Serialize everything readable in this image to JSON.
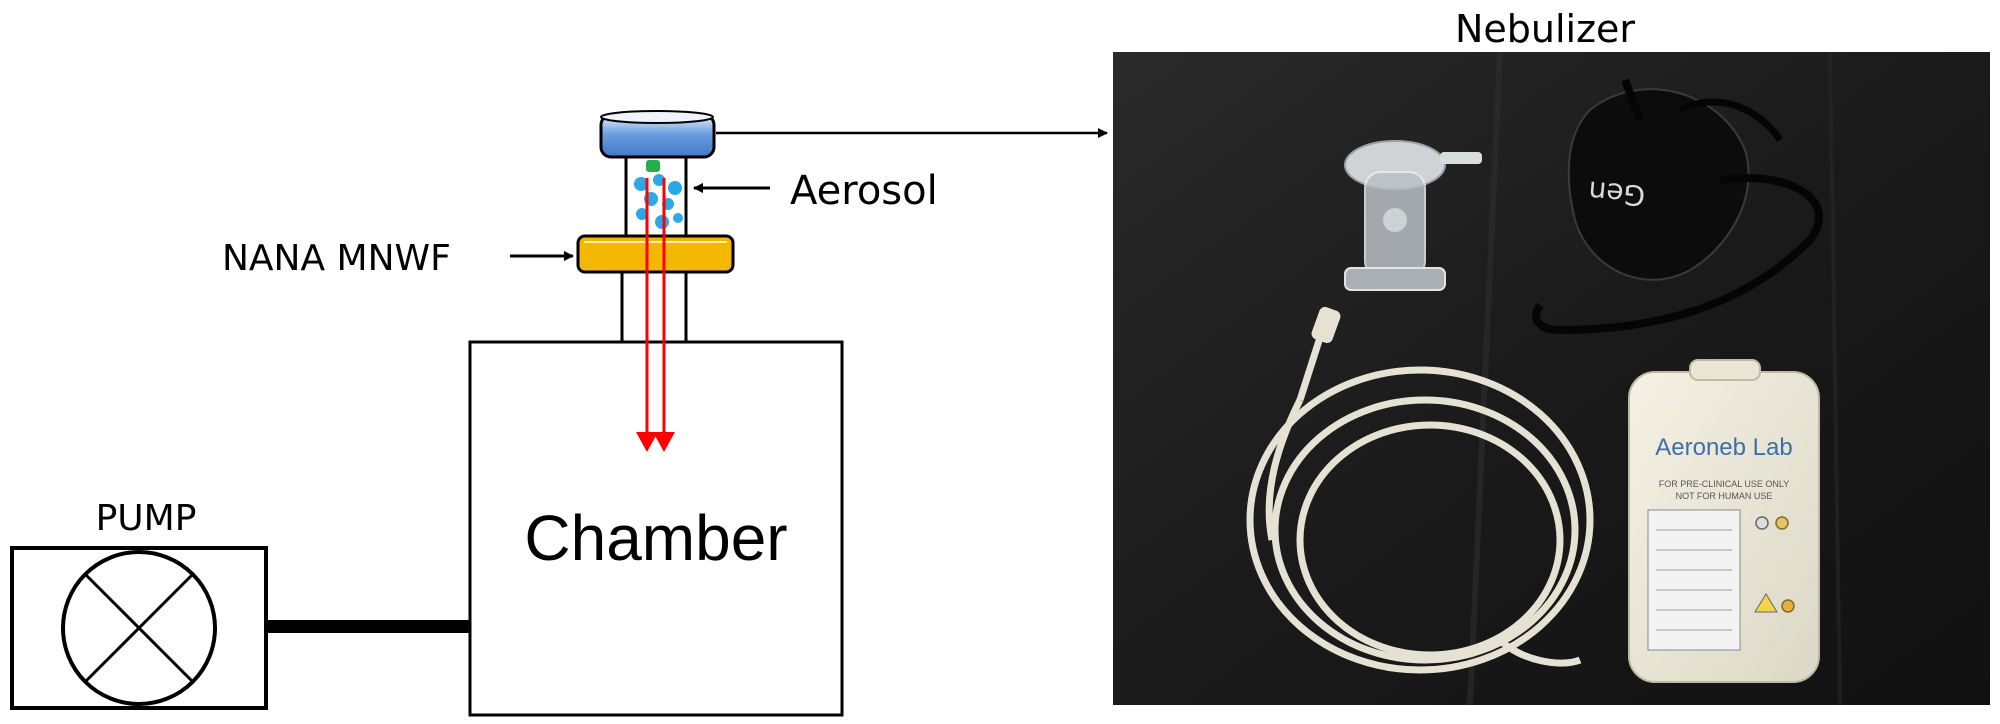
{
  "diagram": {
    "labels": {
      "aerosol": "Aerosol",
      "filter": "NANA MNWF",
      "pump": "PUMP",
      "chamber": "Chamber",
      "nebulizer": "Nebulizer"
    },
    "photo": {
      "device_brand": "Aeroneb Lab",
      "device_notice_line1": "FOR PRE-CLINICAL USE ONLY",
      "device_notice_line2": "NOT FOR HUMAN USE",
      "adapter_text": "Gen"
    },
    "colors": {
      "filter_fill": "#f5b800",
      "reservoir_fill": "#6a9fe0",
      "aerosol_particles": "#2aa8e8",
      "aerosol_green": "#22b04b",
      "flow_arrows": "#ff0000",
      "photo_background": "#1c1c1c"
    }
  }
}
